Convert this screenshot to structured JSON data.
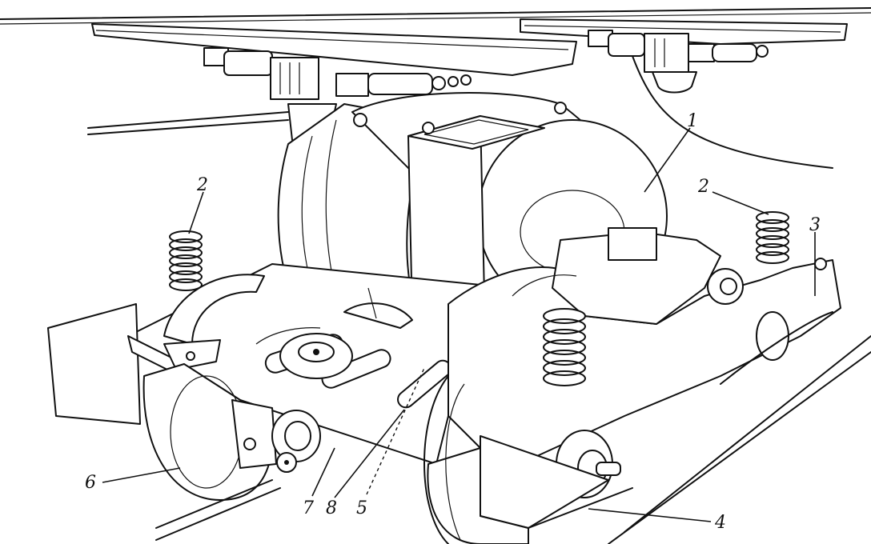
{
  "callouts": [
    {
      "id": "1",
      "label": "1"
    },
    {
      "id": "2a",
      "label": "2"
    },
    {
      "id": "2b",
      "label": "2"
    },
    {
      "id": "3",
      "label": "3"
    },
    {
      "id": "4",
      "label": "4"
    },
    {
      "id": "5",
      "label": "5"
    },
    {
      "id": "6",
      "label": "6"
    },
    {
      "id": "7",
      "label": "7"
    },
    {
      "id": "8",
      "label": "8"
    }
  ],
  "colors": {
    "ink": "#111111",
    "paper": "#ffffff"
  }
}
